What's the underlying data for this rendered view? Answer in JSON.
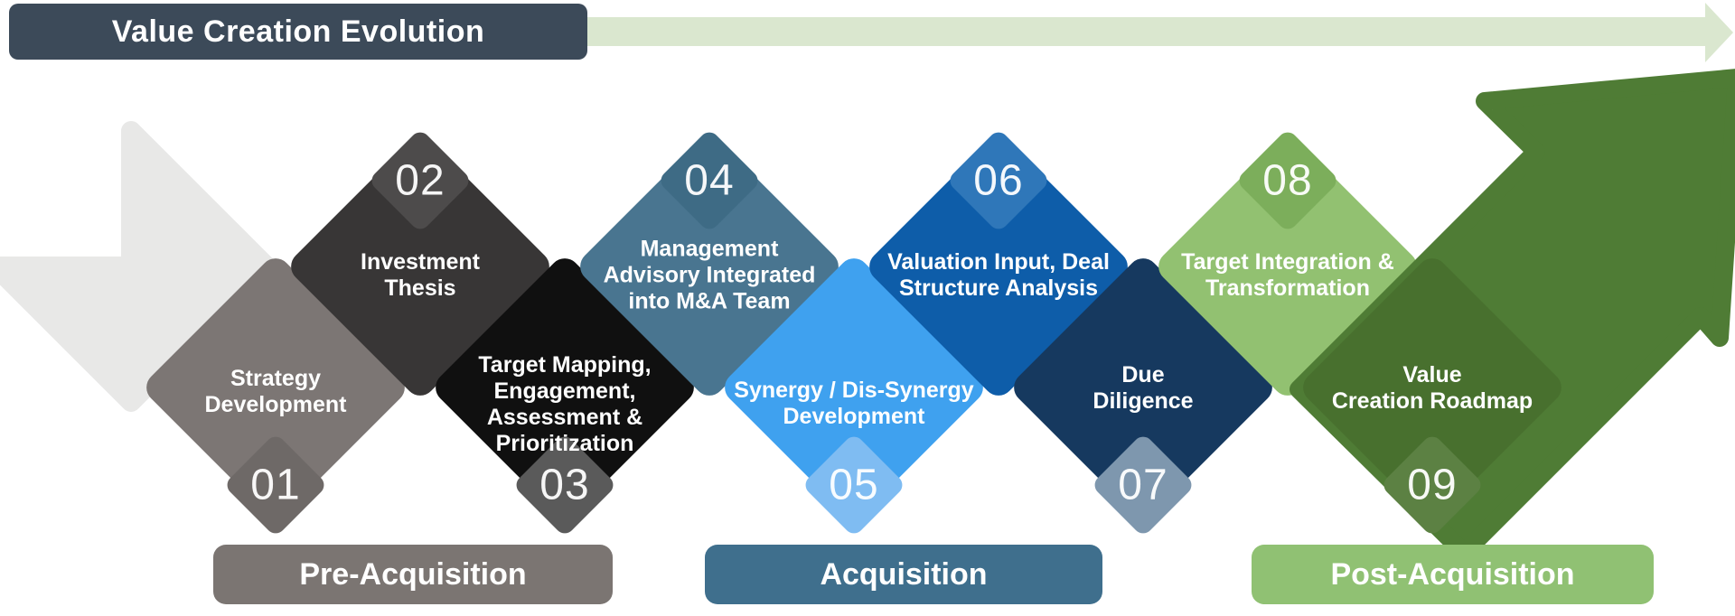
{
  "title": {
    "label": "Value Creation Evolution",
    "bg": "#3C4A59"
  },
  "timeline_arrow": {
    "color": "#DAE7CF"
  },
  "flow": {
    "start_chevron_color": "#E8E8E7",
    "end_arrow_color": "#4F7C35"
  },
  "steps": [
    {
      "number": "01",
      "label": "Strategy\nDevelopment",
      "position": "bottom",
      "color": "#7C7674",
      "badge_color": "#6E6967"
    },
    {
      "number": "02",
      "label": "Investment\nThesis",
      "position": "top",
      "color": "#383636",
      "badge_color": "#4D4B4B"
    },
    {
      "number": "03",
      "label": "Target Mapping,\nEngagement,\nAssessment &\nPrioritization",
      "position": "bottom",
      "color": "#101010",
      "badge_color": "#5A5A5A"
    },
    {
      "number": "04",
      "label": "Management\nAdvisory Integrated\ninto M&A Team",
      "position": "top",
      "color": "#497590",
      "badge_color": "#3E6B85"
    },
    {
      "number": "05",
      "label": "Synergy / Dis-Synergy\nDevelopment",
      "position": "bottom",
      "color": "#3FA1EF",
      "badge_color": "#7FBCF2"
    },
    {
      "number": "06",
      "label": "Valuation Input, Deal\nStructure Analysis",
      "position": "top",
      "color": "#0E5DA9",
      "badge_color": "#2F77B9"
    },
    {
      "number": "07",
      "label": "Due\nDiligence",
      "position": "bottom",
      "color": "#16395F",
      "badge_color": "#7E97AE"
    },
    {
      "number": "08",
      "label": "Target Integration &\nTransformation",
      "position": "top",
      "color": "#92C171",
      "badge_color": "#7CAE5B"
    },
    {
      "number": "09",
      "label": "Value\nCreation Roadmap",
      "position": "bottom",
      "color": "#48702E",
      "badge_color": "#5C8143"
    }
  ],
  "phases": [
    {
      "label": "Pre-Acquisition",
      "color": "#7B7572"
    },
    {
      "label": "Acquisition",
      "color": "#3F6F8D"
    },
    {
      "label": "Post-Acquisition",
      "color": "#90C173"
    }
  ]
}
